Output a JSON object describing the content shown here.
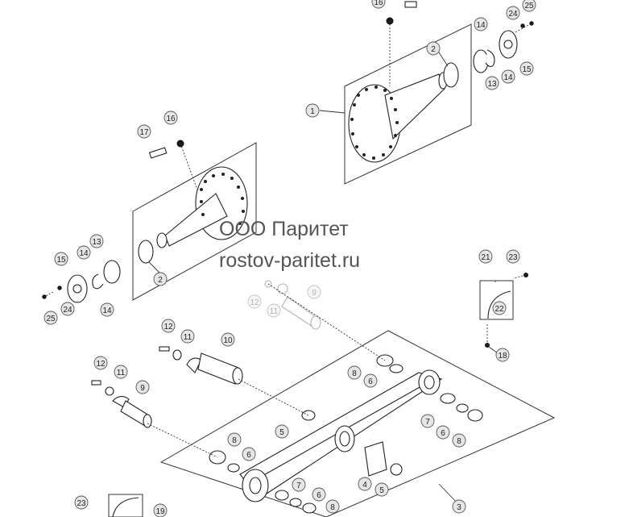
{
  "watermark": {
    "line1": "ООО Паритет",
    "line2": "rostov-paritet.ru"
  },
  "callouts": {
    "c1": "1",
    "c2a": "2",
    "c2b": "2",
    "c3": "3",
    "c4": "4",
    "c5a": "5",
    "c5b": "5",
    "c6a": "6",
    "c6b": "6",
    "c6c": "6",
    "c6d": "6",
    "c7a": "7",
    "c7b": "7",
    "c8a": "8",
    "c8b": "8",
    "c8c": "8",
    "c8d": "8",
    "c9a": "9",
    "c9b": "9",
    "c10": "10",
    "c11a": "11",
    "c11b": "11",
    "c11c": "11",
    "c12a": "12",
    "c12b": "12",
    "c12c": "12",
    "c13a": "13",
    "c13b": "13",
    "c14a": "14",
    "c14b": "14",
    "c14c": "14",
    "c14d": "14",
    "c15a": "15",
    "c15b": "15",
    "c16a": "16",
    "c16b": "16",
    "c17": "17",
    "c18": "18",
    "c19": "19",
    "c21": "21",
    "c22": "22",
    "c23a": "23",
    "c23b": "23",
    "c24a": "24",
    "c24b": "24",
    "c25a": "25",
    "c25b": "25"
  }
}
